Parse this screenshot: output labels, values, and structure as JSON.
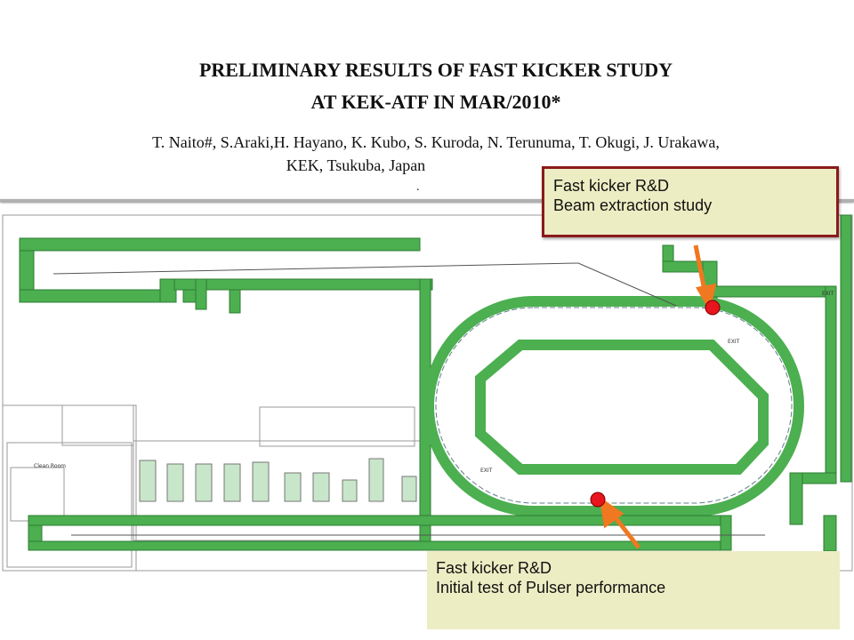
{
  "paper": {
    "title_line1": "PRELIMINARY RESULTS OF FAST KICKER STUDY",
    "title_line2": "AT KEK-ATF IN MAR/2010*",
    "authors_line1": "T. Naito#, S.Araki,H. Hayano, K. Kubo, S. Kuroda, N. Terunuma, T. Okugi, J. Urakawa,",
    "affiliation": "KEK, Tsukuba, Japan",
    "stray_dot": "."
  },
  "callouts": {
    "top": {
      "line1": "Fast kicker R&D",
      "line2": "Beam extraction study"
    },
    "bottom": {
      "line1": "Fast kicker R&D",
      "line2": "Initial test of Pulser performance"
    }
  },
  "map_labels": {
    "exit_right": "EXIT",
    "exit_ring": "EXIT",
    "exit_left": "EXIT",
    "clean_room": "Clean Room"
  },
  "colors": {
    "wall_green": "#4caf50",
    "wall_edge": "#2e7d32",
    "marker_red": "#e8141e",
    "arrow_orange": "#f07820",
    "callout_bg": "#ededc4",
    "callout_border": "#8b1a1a"
  }
}
